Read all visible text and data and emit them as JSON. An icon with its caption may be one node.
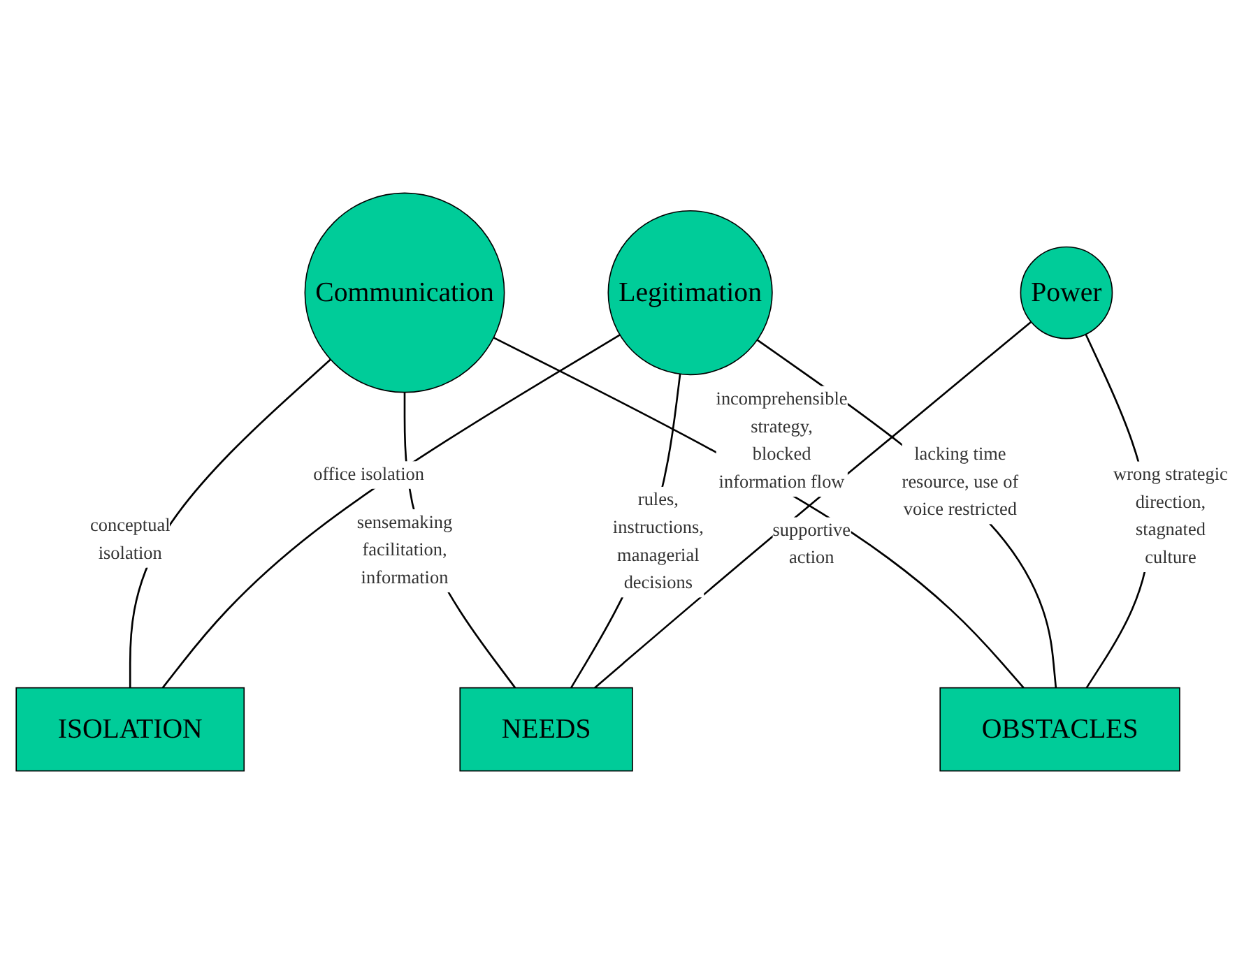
{
  "diagram": {
    "nodes": [
      {
        "text": [
          "Communication"
        ]
      },
      {
        "text": [
          "Legitimation"
        ]
      },
      {
        "text": [
          "Power"
        ]
      },
      {
        "text": [
          "ISOLATION"
        ]
      },
      {
        "text": [
          "OBSTACLES"
        ]
      },
      {
        "text": [
          "NEEDS"
        ]
      }
    ],
    "edges": [
      {
        "from": 0,
        "to": 3,
        "arrow": "none",
        "label": "conceptual isolation"
      },
      {
        "from": 0,
        "to": 5,
        "arrow": "none",
        "label": "sensemaking facilitation, information"
      },
      {
        "from": 0,
        "to": 4,
        "arrow": "none",
        "label": "incomprehensible strategy, blocked information flow"
      },
      {
        "from": 1,
        "to": 3,
        "arrow": "none",
        "label": "office isolation"
      },
      {
        "from": 1,
        "to": 4,
        "arrow": "none",
        "label": "lacking time resource, use of voice restricted"
      },
      {
        "from": 1,
        "to": 5,
        "arrow": "none",
        "label": "rules, instructions, managerial decisions"
      },
      {
        "from": 2,
        "to": 4,
        "arrow": "none",
        "label": "wrong strategic direction, stagnated culture"
      },
      {
        "from": 2,
        "to": 5,
        "arrow": "none",
        "label": "supportive action"
      }
    ]
  }
}
